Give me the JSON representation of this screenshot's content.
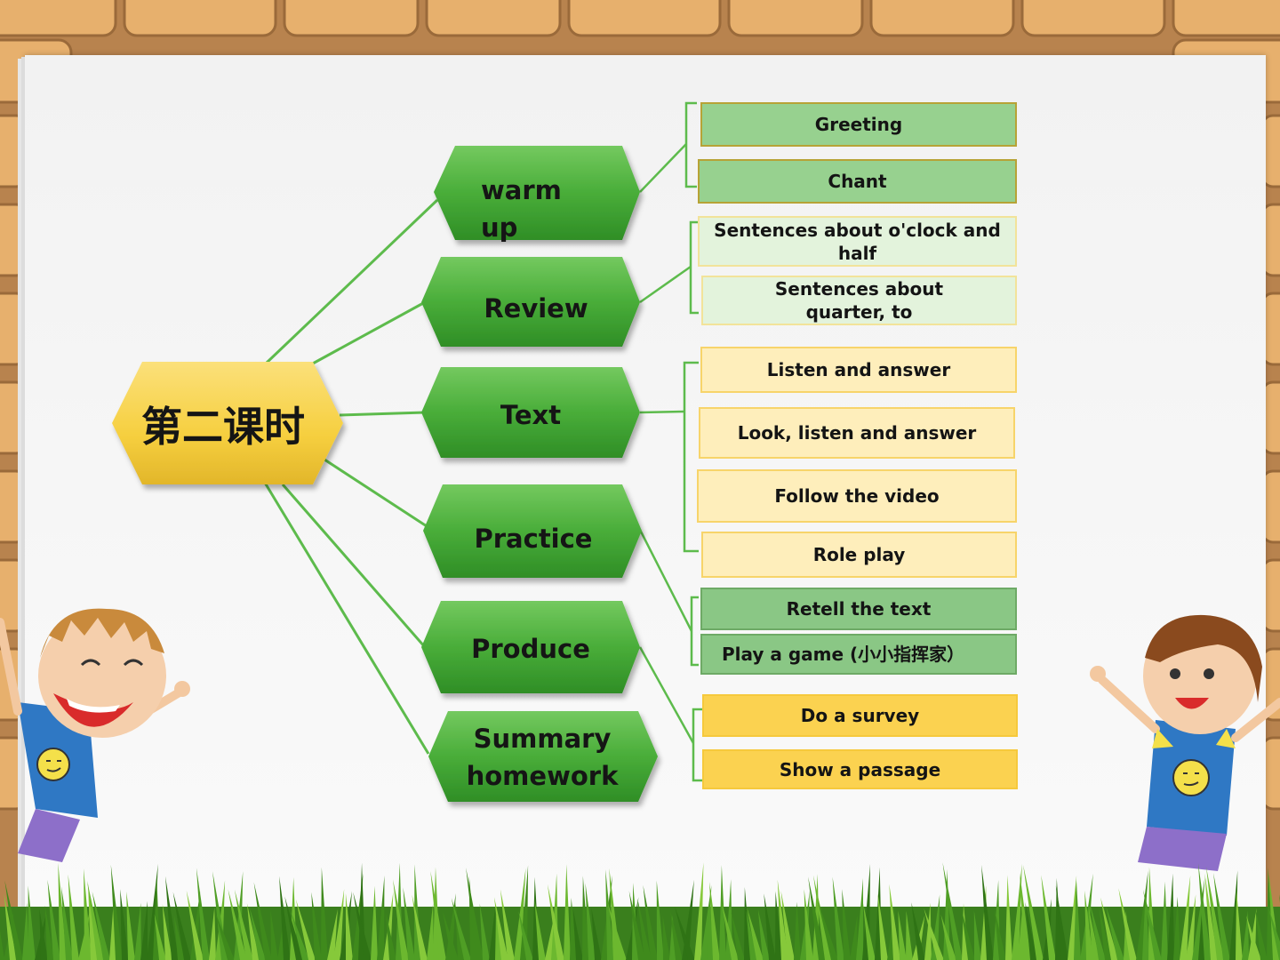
{
  "central": {
    "label": "第二课时"
  },
  "stages": [
    {
      "label_lines": [
        "warm",
        "up"
      ]
    },
    {
      "label_lines": [
        "Review"
      ]
    },
    {
      "label_lines": [
        "Text"
      ]
    },
    {
      "label_lines": [
        "Practice"
      ]
    },
    {
      "label_lines": [
        "Produce"
      ]
    },
    {
      "label_lines": [
        "Summary",
        "homework"
      ]
    }
  ],
  "activities": {
    "greeting": "Greeting",
    "chant": "Chant",
    "review_1": "Sentences about o'clock and half",
    "review_2": "Sentences about quarter, to",
    "text_1": "Listen and answer",
    "text_2": "Look, listen and answer",
    "text_3": "Follow the video",
    "text_4": "Role play",
    "practice_1": "Retell the text",
    "practice_2": "Play a game (小小指挥家）",
    "produce_1": "Do a survey",
    "produce_2": "Show a passage"
  },
  "colors": {
    "stage_green": "#4db33d",
    "central_yellow": "#f6cf3f",
    "connector": "#5dbb4c"
  }
}
